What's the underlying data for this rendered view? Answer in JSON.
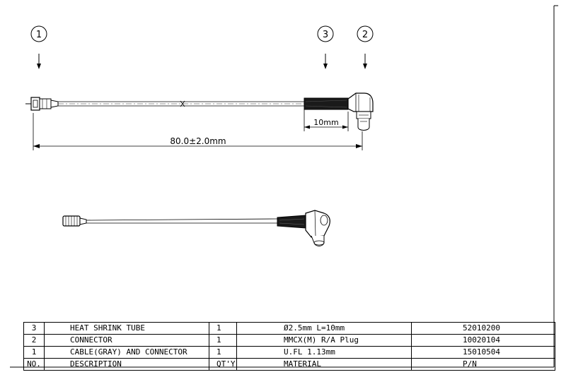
{
  "callouts": {
    "item1": "1",
    "item3": "3",
    "item2": "2"
  },
  "dimensions": {
    "shrink_length": "10mm",
    "overall_length": "80.0±2.0mm"
  },
  "bom": {
    "rows": [
      {
        "no": "3",
        "description": "HEAT SHRINK TUBE",
        "qty": "1",
        "material": "Ø2.5mm L=10mm",
        "pn": "52010200"
      },
      {
        "no": "2",
        "description": "CONNECTOR",
        "qty": "1",
        "material": "MMCX(M) R/A Plug",
        "pn": "10020104"
      },
      {
        "no": "1",
        "description": "CABLE(GRAY) AND CONNECTOR",
        "qty": "1",
        "material": "U.FL 1.13mm",
        "pn": "15010504"
      }
    ],
    "header": {
      "no": "NO.",
      "description": "DESCRIPTION",
      "qty": "QT'Y",
      "material": "MATERIAL",
      "pn": "P/N"
    }
  }
}
